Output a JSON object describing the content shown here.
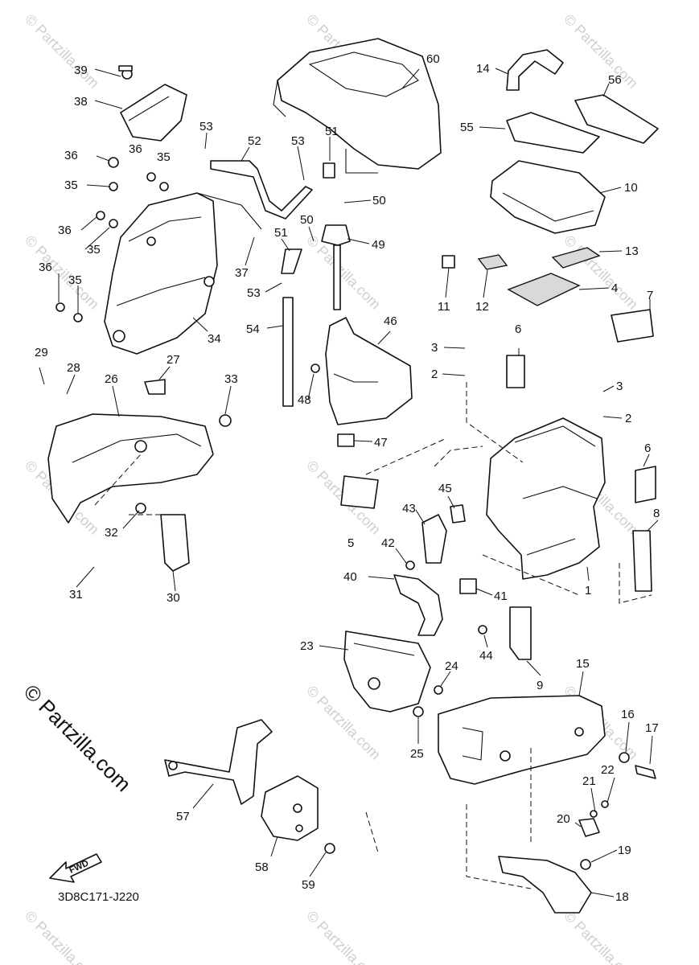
{
  "diagram": {
    "code": "3D8C171-J220",
    "brand_vertical": "© Partzilla.com",
    "watermark": "© Partzilla.com",
    "fwd_label": "FWD",
    "callouts": [
      "1",
      "2",
      "3",
      "4",
      "5",
      "6",
      "7",
      "8",
      "9",
      "10",
      "11",
      "12",
      "13",
      "14",
      "15",
      "16",
      "17",
      "18",
      "19",
      "20",
      "21",
      "22",
      "23",
      "24",
      "25",
      "26",
      "27",
      "28",
      "29",
      "30",
      "31",
      "32",
      "33",
      "34",
      "35",
      "36",
      "37",
      "38",
      "39",
      "40",
      "41",
      "42",
      "43",
      "44",
      "45",
      "46",
      "47",
      "48",
      "49",
      "50",
      "51",
      "52",
      "53",
      "54",
      "55",
      "56",
      "57",
      "58",
      "59",
      "60"
    ],
    "callout_labels": {
      "c1": "1",
      "c2a": "2",
      "c2b": "2",
      "c3a": "3",
      "c3b": "3",
      "c4": "4",
      "c5": "5",
      "c6a": "6",
      "c6b": "6",
      "c7": "7",
      "c8": "8",
      "c9": "9",
      "c10": "10",
      "c11": "11",
      "c12": "12",
      "c13": "13",
      "c14": "14",
      "c15": "15",
      "c16": "16",
      "c17": "17",
      "c18": "18",
      "c19": "19",
      "c20": "20",
      "c21": "21",
      "c22": "22",
      "c23": "23",
      "c24": "24",
      "c25": "25",
      "c26": "26",
      "c27": "27",
      "c28": "28",
      "c29": "29",
      "c30": "30",
      "c31": "31",
      "c32": "32",
      "c33": "33",
      "c34": "34",
      "c35a": "35",
      "c35b": "35",
      "c35c": "35",
      "c35d": "35",
      "c36a": "36",
      "c36b": "36",
      "c36c": "36",
      "c36d": "36",
      "c37": "37",
      "c38": "38",
      "c39": "39",
      "c40": "40",
      "c41": "41",
      "c42": "42",
      "c43": "43",
      "c44": "44",
      "c45": "45",
      "c46": "46",
      "c47": "47",
      "c48": "48",
      "c49": "49",
      "c50a": "50",
      "c50b": "50",
      "c51a": "51",
      "c51b": "51",
      "c52": "52",
      "c53a": "53",
      "c53b": "53",
      "c53c": "53",
      "c54": "54",
      "c55": "55",
      "c56": "56",
      "c57": "57",
      "c58": "58",
      "c59": "59",
      "c60": "60"
    }
  }
}
